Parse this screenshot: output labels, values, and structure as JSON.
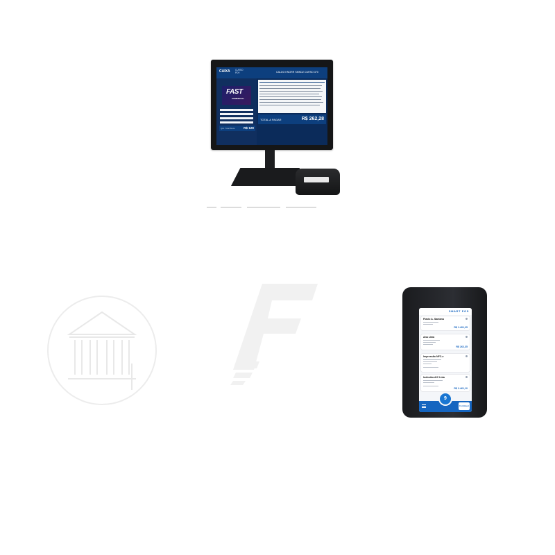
{
  "monitor": {
    "brand": "CAIXA",
    "brand_sub": "CURSO",
    "brand_sub2": "PDV",
    "product_title": "CALDO KNORR SMKDZ CURSO 370",
    "logo_text": "FAST",
    "logo_sub": "COMERCIAL",
    "qty_label": "Qtd. Total Bruto",
    "qty_value": "R$ 129",
    "total_label": "TOTAL A PAGAR",
    "total_value": "R$ 262,28"
  },
  "pos": {
    "brand": "SMART POS",
    "fab_label": "9",
    "continue_label": "Continuar",
    "cards": [
      {
        "title": "Flavio A. Santana",
        "value": "R$ 1.401,25"
      },
      {
        "title": "Ana Lima",
        "value": "R$ 262,35"
      },
      {
        "title": "Impressão NFC-e",
        "value": ""
      },
      {
        "title": "Indústria A/C Ltda",
        "value": "R$ 2.461,10"
      }
    ]
  },
  "icons": {
    "watermark_left": "bank-building-icon",
    "watermark_center": "f-logo-icon",
    "menu": "hamburger-menu-icon"
  },
  "colors": {
    "brand_blue": "#1565c0",
    "screen_navy": "#0b2b5a",
    "watermark": "#ececec"
  }
}
